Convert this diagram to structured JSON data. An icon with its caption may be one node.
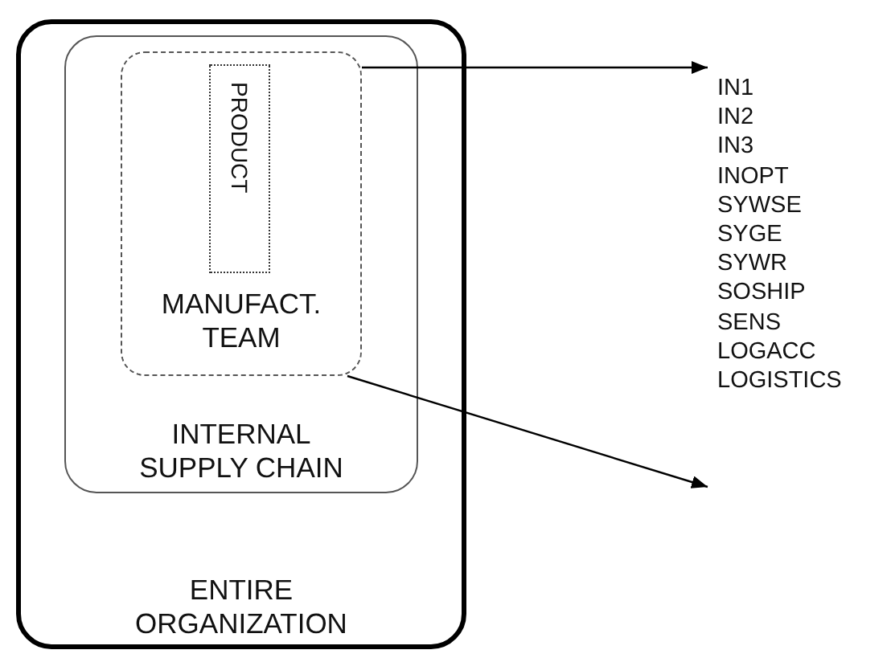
{
  "diagram": {
    "nodes": [
      {
        "text": [
          "ENTIRE ORGANIZATION"
        ]
      },
      {
        "text": [
          "INTERNAL SUPPLY CHAIN"
        ],
        "in": 0
      },
      {
        "text": [
          "MANUFACT. TEAM"
        ],
        "in": 1
      },
      {
        "text": [
          "PRODUCT"
        ],
        "in": 2
      },
      {
        "text": [
          "IN1",
          "IN2",
          "IN3",
          "INOPT",
          "SYWSE",
          "SYGE",
          "SYWR",
          "SOSHIP",
          "SENS",
          "LOGACC",
          "LOGISTICS"
        ]
      }
    ],
    "edges": [
      {
        "from": 2,
        "to": 4,
        "arrow": "to"
      },
      {
        "from": 2,
        "to": 4,
        "arrow": "to"
      }
    ]
  }
}
